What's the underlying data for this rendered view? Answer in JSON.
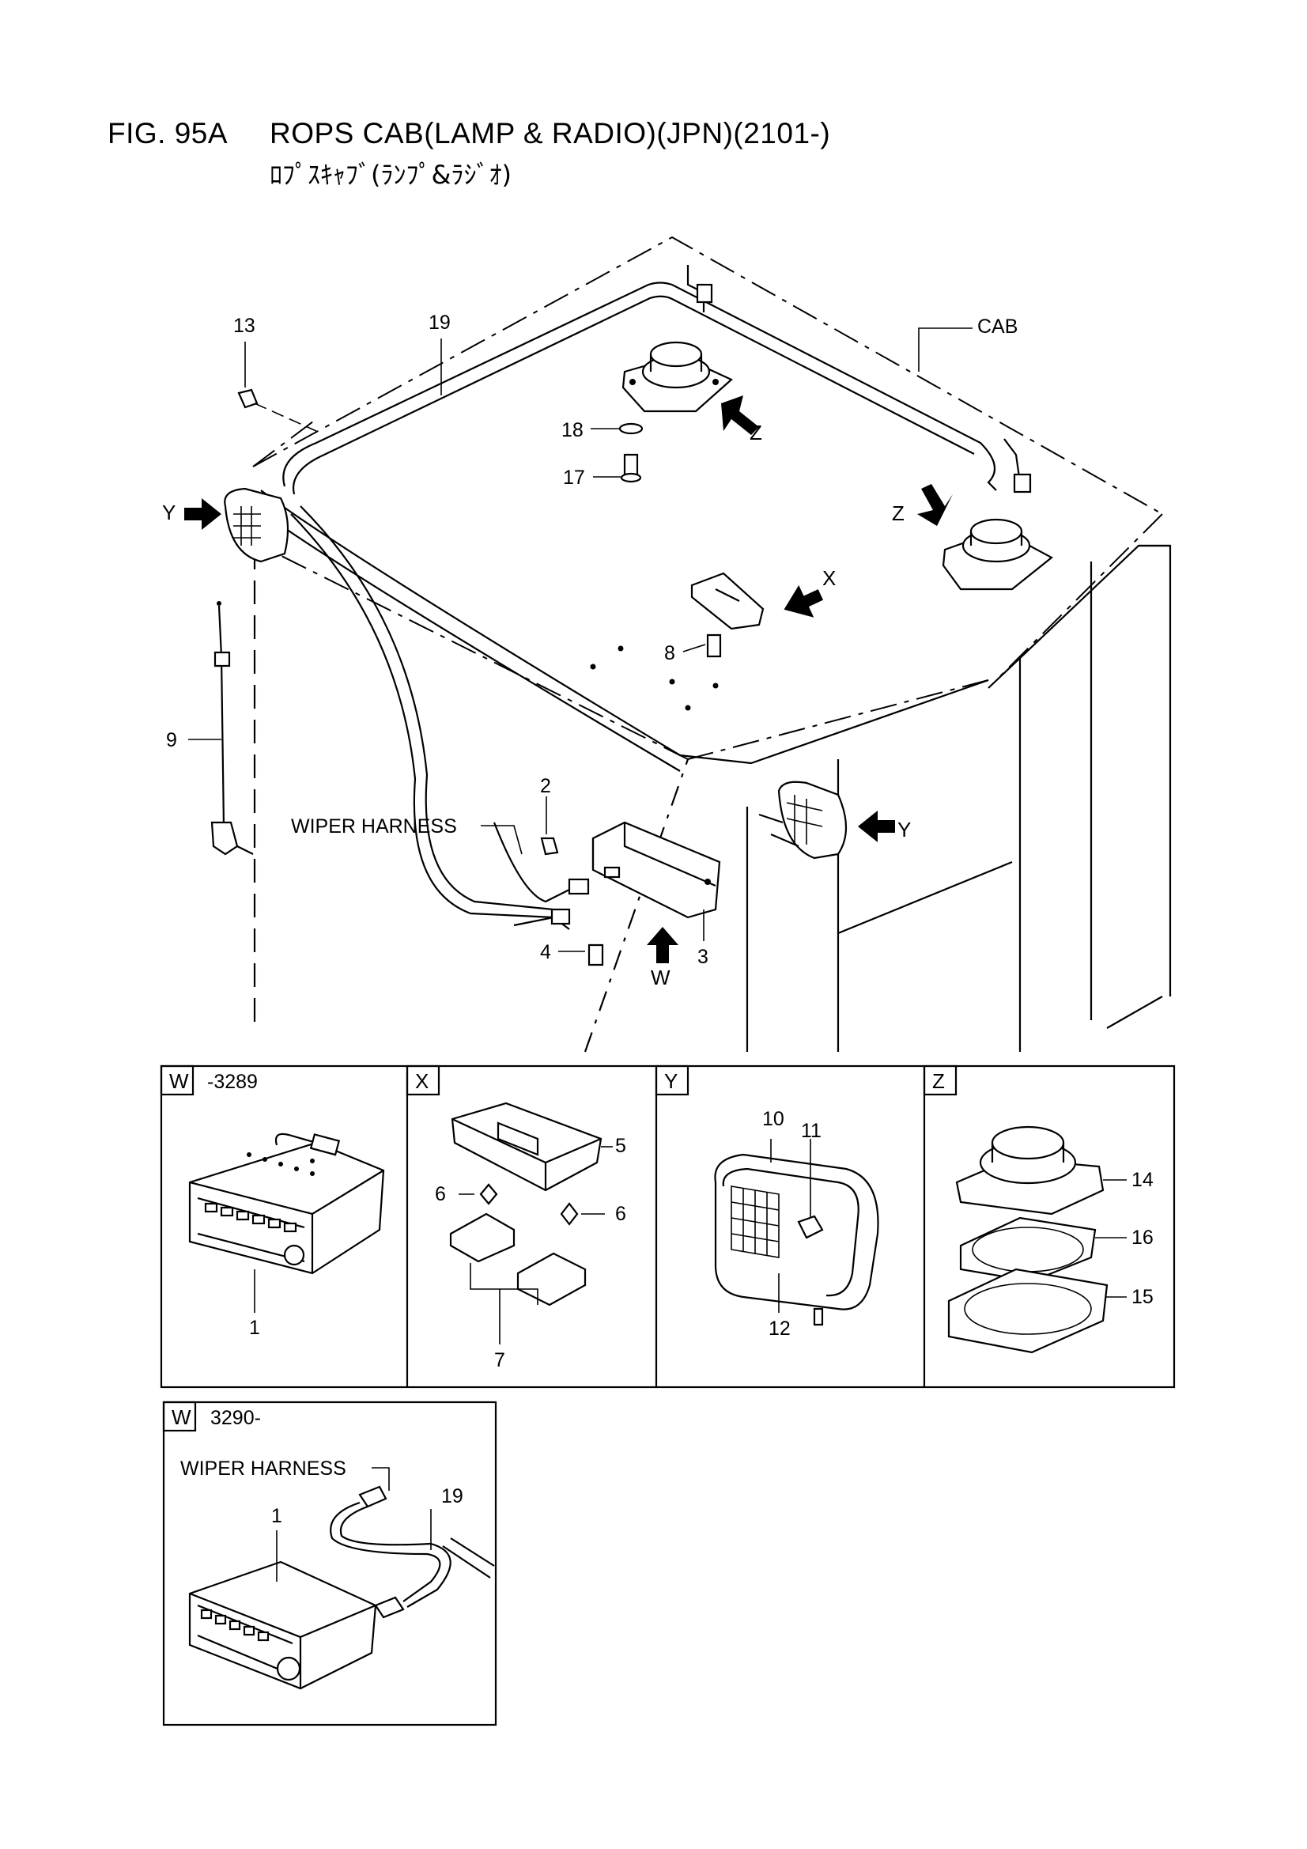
{
  "header": {
    "figure_number": "FIG. 95A",
    "title": "ROPS CAB(LAMP & RADIO)(JPN)(2101-)",
    "subtitle": "ﾛﾌﾟｽｷｬﾌﾞ(ﾗﾝﾌﾟ&ﾗｼﾞｵ)"
  },
  "main_view": {
    "cab_label": "CAB",
    "wiper_harness_label": "WIPER HARNESS",
    "callouts": [
      "13",
      "19",
      "18",
      "17",
      "8",
      "9",
      "2",
      "4",
      "3"
    ],
    "view_arrows": [
      "Z",
      "Z",
      "X",
      "Y",
      "Y",
      "W"
    ]
  },
  "detail_panels": [
    {
      "letter": "W",
      "note": "-3289",
      "callouts": [
        "1"
      ]
    },
    {
      "letter": "X",
      "note": "",
      "callouts": [
        "5",
        "6",
        "6",
        "7"
      ]
    },
    {
      "letter": "Y",
      "note": "",
      "callouts": [
        "10",
        "11",
        "12"
      ]
    },
    {
      "letter": "Z",
      "note": "",
      "callouts": [
        "14",
        "16",
        "15"
      ]
    }
  ],
  "lower_panel": {
    "letter": "W",
    "note": "3290-",
    "wiper_harness_label": "WIPER HARNESS",
    "callouts": [
      "1",
      "19"
    ]
  },
  "colors": {
    "ink": "#000000",
    "paper": "#ffffff",
    "shade": "#888888"
  }
}
